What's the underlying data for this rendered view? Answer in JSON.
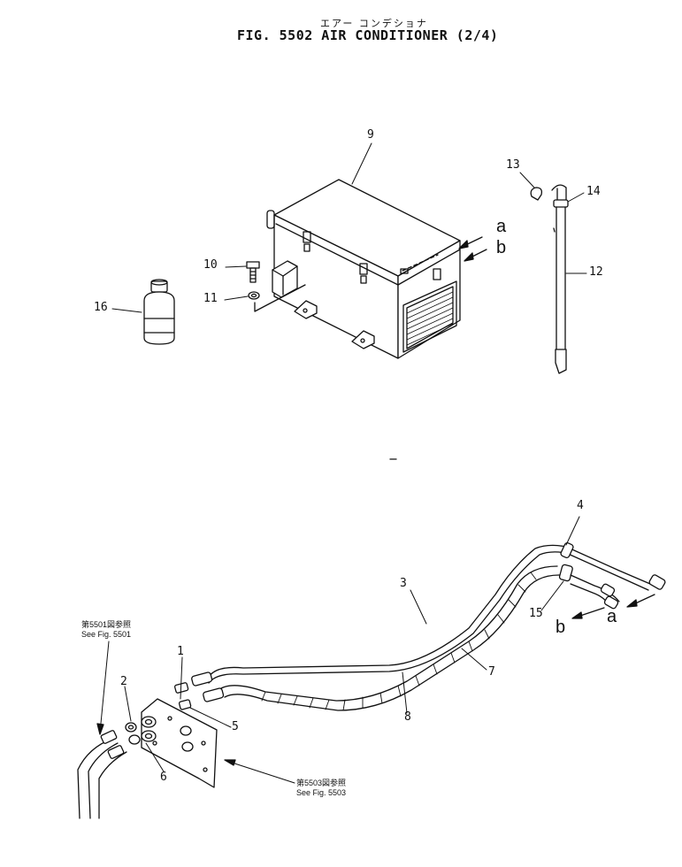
{
  "header": {
    "japanese_title": "エアー コンデショナ",
    "figure_title": "FIG. 5502  AIR CONDITIONER (2/4)"
  },
  "callouts": [
    "1",
    "2",
    "3",
    "4",
    "5",
    "6",
    "7",
    "8",
    "9",
    "10",
    "11",
    "12",
    "13",
    "14",
    "15",
    "16"
  ],
  "connection_letters": {
    "a_upper": "a",
    "b_upper": "b",
    "a_lower": "a",
    "b_lower": "b"
  },
  "references": [
    {
      "jp": "第5501図参照",
      "en": "See Fig. 5501"
    },
    {
      "jp": "第5503図参照",
      "en": "See Fig. 5503"
    }
  ]
}
